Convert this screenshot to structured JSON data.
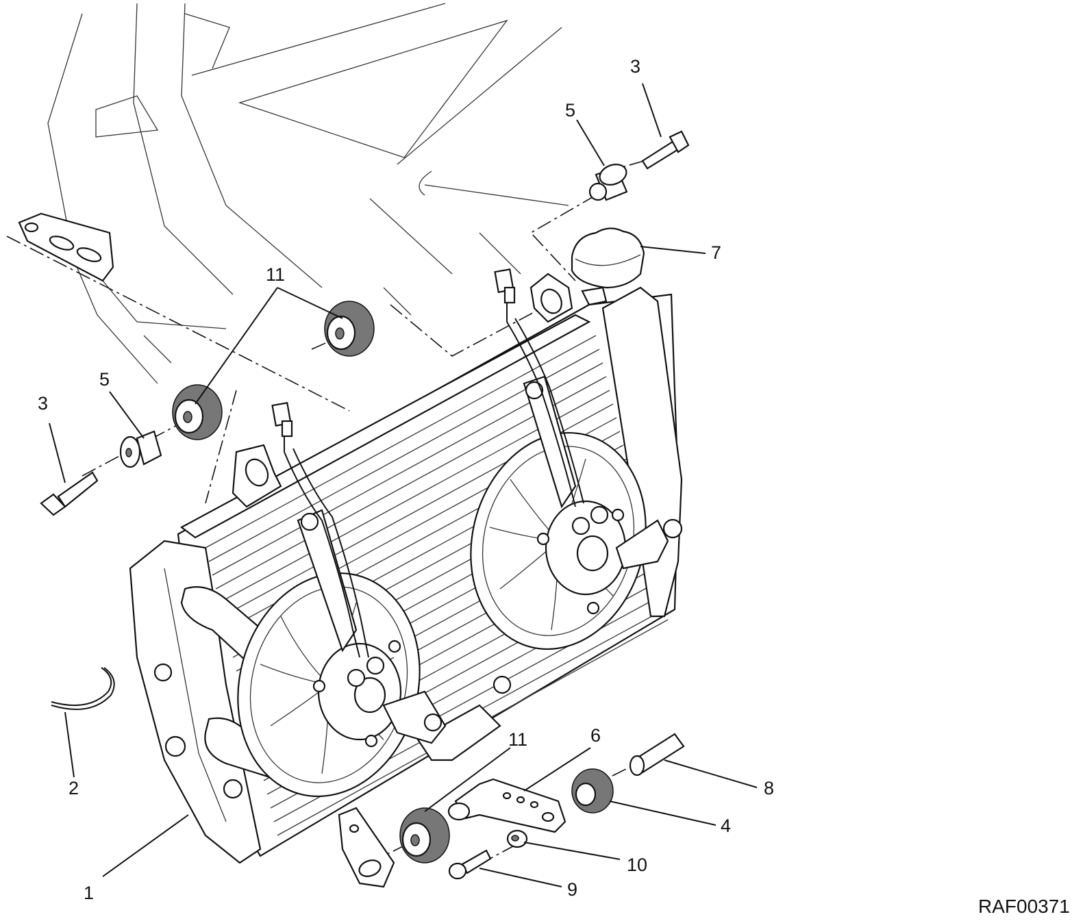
{
  "diagram": {
    "reference_code": "RAF00371",
    "callouts": [
      {
        "id": "c1",
        "label": "1"
      },
      {
        "id": "c2",
        "label": "2"
      },
      {
        "id": "c3a",
        "label": "3"
      },
      {
        "id": "c3b",
        "label": "3"
      },
      {
        "id": "c4",
        "label": "4"
      },
      {
        "id": "c5a",
        "label": "5"
      },
      {
        "id": "c5b",
        "label": "5"
      },
      {
        "id": "c6",
        "label": "6"
      },
      {
        "id": "c7",
        "label": "7"
      },
      {
        "id": "c8",
        "label": "8"
      },
      {
        "id": "c9",
        "label": "9"
      },
      {
        "id": "c10",
        "label": "10"
      },
      {
        "id": "c11a",
        "label": "11"
      },
      {
        "id": "c11b",
        "label": "11"
      }
    ]
  }
}
